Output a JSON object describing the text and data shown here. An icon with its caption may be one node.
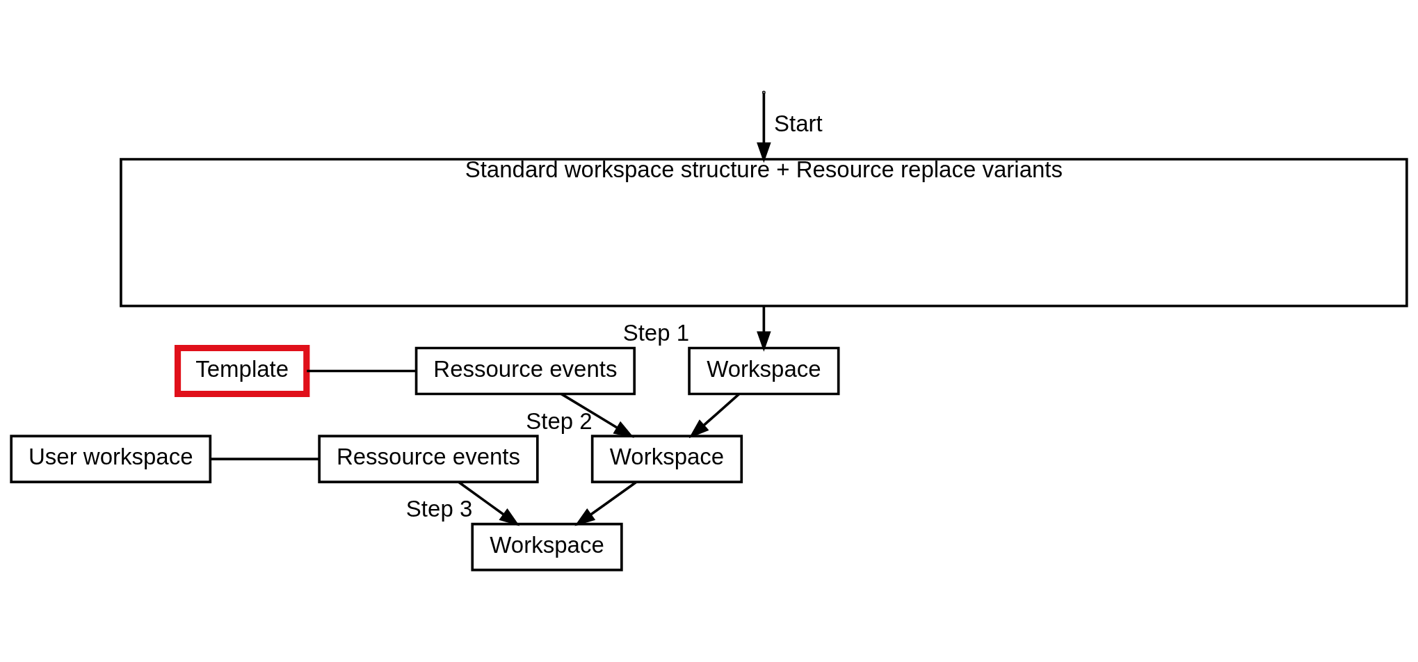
{
  "diagram": {
    "nodes": [
      {
        "text": [
          "Standard workspace structure + Resource replace variants"
        ]
      },
      {
        "text": [
          "Workspace"
        ],
        "beside": [
          "Step 1"
        ]
      },
      {
        "text": [
          "Template"
        ]
      },
      {
        "text": [
          "Ressource events"
        ]
      },
      {
        "text": [
          "Workspace"
        ],
        "beside": [
          "Step 2"
        ]
      },
      {
        "text": [
          "User workspace"
        ]
      },
      {
        "text": [
          "Ressource events"
        ]
      },
      {
        "text": [
          "Workspace"
        ],
        "beside": [
          "Step 3"
        ]
      }
    ],
    "edges": [
      {
        "from": null,
        "to": 0,
        "arrow": "to",
        "label": "Start"
      },
      {
        "from": 0,
        "to": 1,
        "arrow": "to"
      },
      {
        "from": 2,
        "to": 3,
        "arrow": "none"
      },
      {
        "from": 3,
        "to": 4,
        "arrow": "to"
      },
      {
        "from": 1,
        "to": 4,
        "arrow": "to"
      },
      {
        "from": 5,
        "to": 6,
        "arrow": "none"
      },
      {
        "from": 6,
        "to": 7,
        "arrow": "to"
      },
      {
        "from": 4,
        "to": 7,
        "arrow": "to"
      }
    ]
  }
}
